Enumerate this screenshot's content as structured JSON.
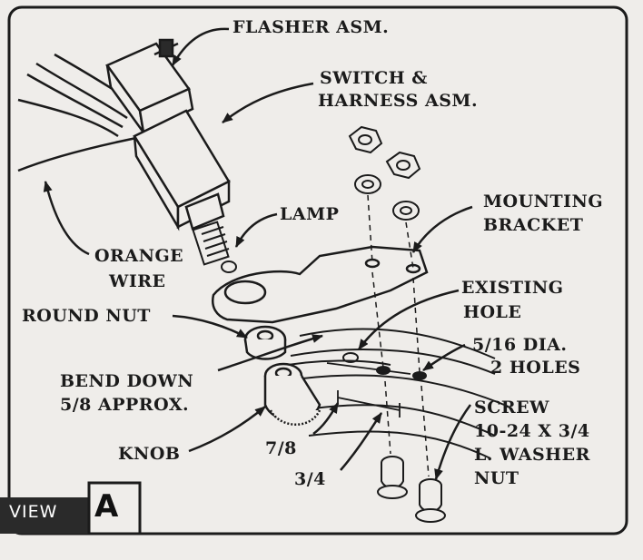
{
  "labels": {
    "flasher": "FLASHER ASM.",
    "switch_line1": "SWITCH &",
    "switch_line2": "HARNESS ASM.",
    "lamp": "LAMP",
    "mounting_line1": "MOUNTING",
    "mounting_line2": "BRACKET",
    "orange_line1": "ORANGE",
    "orange_line2": "WIRE",
    "round_nut": "ROUND NUT",
    "existing_line1": "EXISTING",
    "existing_line2": "HOLE",
    "dia_line1": "5/16 DIA.",
    "dia_line2": "2 HOLES",
    "bend_line1": "BEND DOWN",
    "bend_line2": "5/8 APPROX.",
    "screw_line1": "SCREW",
    "screw_line2": "10-24 X 3/4",
    "screw_line3": "L. WASHER",
    "screw_line4": "NUT",
    "dim_78": "7/8",
    "knob": "KNOB",
    "dim_34": "3/4"
  },
  "view": {
    "word": "VIEW",
    "letter": "A"
  },
  "colors": {
    "paper": "#efedea",
    "ink": "#1b1b1b",
    "view_bar": "#2a2a2a"
  }
}
